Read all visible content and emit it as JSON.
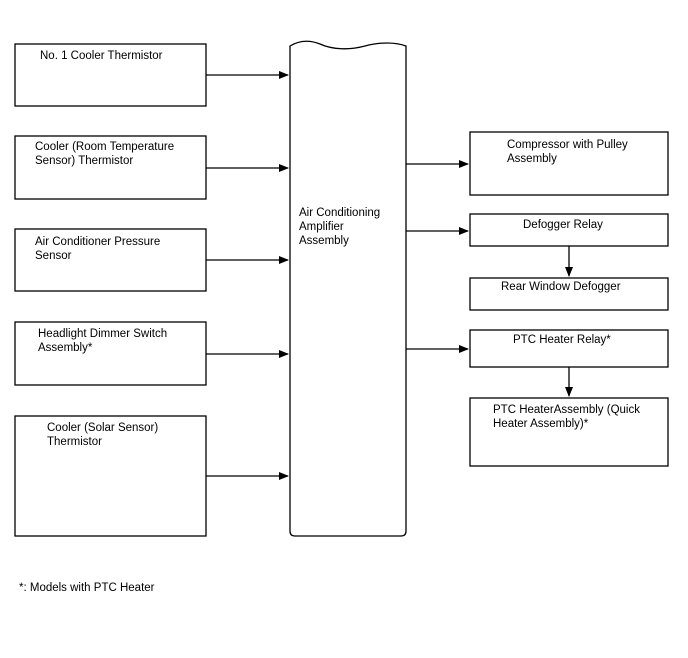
{
  "inputs": [
    {
      "id": "no1-cooler-thermistor",
      "lines": [
        "No. 1 Cooler Thermistor"
      ]
    },
    {
      "id": "room-temp-sensor",
      "lines": [
        "Cooler (Room Temperature",
        "Sensor) Thermistor"
      ]
    },
    {
      "id": "ac-pressure-sensor",
      "lines": [
        "Air Conditioner Pressure",
        "Sensor"
      ]
    },
    {
      "id": "headlight-dimmer-switch",
      "lines": [
        "Headlight Dimmer Switch",
        "Assembly*"
      ]
    },
    {
      "id": "solar-sensor",
      "lines": [
        "Cooler (Solar Sensor)",
        "Thermistor"
      ]
    }
  ],
  "amplifier": {
    "lines": [
      "Air Conditioning",
      "Amplifier",
      "Assembly"
    ]
  },
  "outputs": [
    {
      "id": "compressor",
      "lines": [
        "Compressor with Pulley",
        "Assembly"
      ]
    },
    {
      "id": "defogger-relay",
      "lines": [
        "Defogger Relay"
      ]
    },
    {
      "id": "rear-window-defogger",
      "lines": [
        "Rear Window Defogger"
      ]
    },
    {
      "id": "ptc-heater-relay",
      "lines": [
        "PTC Heater Relay*"
      ]
    },
    {
      "id": "ptc-heater-assembly",
      "lines": [
        "PTC HeaterAssembly  (Quick",
        "Heater Assembly)*"
      ]
    }
  ],
  "footnote": "*: Models with PTC Heater"
}
